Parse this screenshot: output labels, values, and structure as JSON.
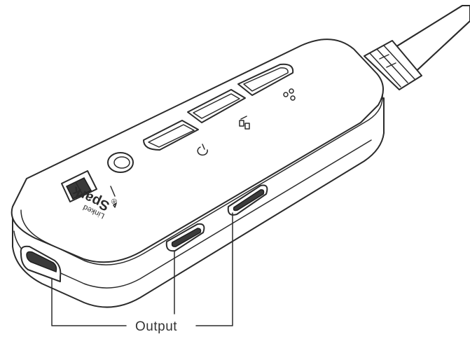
{
  "callout": {
    "label": "Output"
  },
  "brand": {
    "line1": "Linked",
    "line2": "Spark",
    "mark": "®"
  },
  "icons": [
    "power-icon",
    "headset-icon",
    "dots-icon",
    "gear-icon"
  ]
}
